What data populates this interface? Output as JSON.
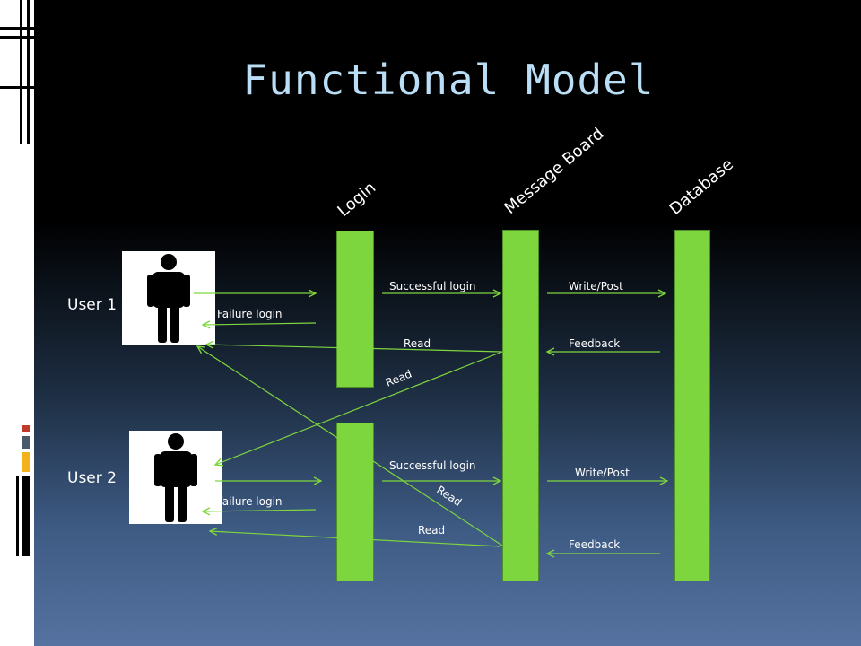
{
  "slide": {
    "title": "Functional Model",
    "components": [
      "Login",
      "Message Board",
      "Database"
    ],
    "users": [
      "User 1",
      "User 2"
    ]
  },
  "messages": {
    "successful_login_1": "Successful login",
    "write_post_1": "Write/Post",
    "failure_login_1": "Failure login",
    "read_1": "Read",
    "feedback_1": "Feedback",
    "read_diagonal_1": "Read",
    "successful_login_2": "Successful login",
    "write_post_2": "Write/Post",
    "read_diagonal_2": "Read",
    "failure_login_2": "Failure login",
    "read_2": "Read",
    "feedback_2": "Feedback"
  },
  "colors": {
    "arrow": "#7ed63e",
    "lifeline": "#7ed63e",
    "title": "#b9def5",
    "deco_red": "#c0392b",
    "deco_yellow": "#f2b21b",
    "deco_gray": "#4a5a6a"
  },
  "icons": [
    "person-icon",
    "person-icon"
  ]
}
